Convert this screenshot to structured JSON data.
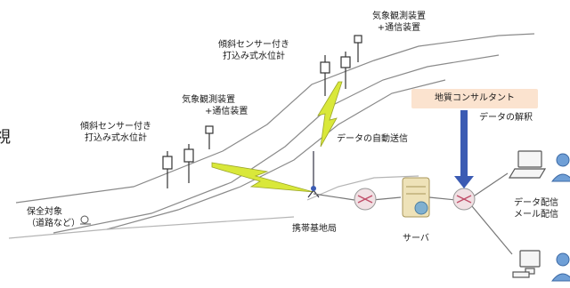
{
  "labels": {
    "weather_top": "気象観測装置",
    "comm_top": "+通信装置",
    "tilt_top_1": "傾斜センサー付き",
    "tilt_top_2": "打込み式水位計",
    "weather_mid": "気象観測装置",
    "comm_mid": "+通信装置",
    "tilt_left_1": "傾斜センサー付き",
    "tilt_left_2": "打込み式水位計",
    "protect_1": "保全対象",
    "protect_2": "（道路など）",
    "auto_send": "データの自動送信",
    "base_station": "携帯基地局",
    "server": "サーバ",
    "consultant": "地質コンサルタント",
    "analysis": "データの解釈",
    "distribution_1": "データ配信",
    "distribution_2": "メール配信",
    "edge_left": "視"
  },
  "colors": {
    "consultant_bg": "#fbe3cf",
    "blue_arrow": "#3b5bb3",
    "lightning": "#d9e83a",
    "slope_line": "#888888"
  },
  "icons": [
    "instrument-pole-icon",
    "lightning-signal-icon",
    "router-icon",
    "server-icon",
    "laptop-icon",
    "desktop-icon",
    "user-icon"
  ]
}
